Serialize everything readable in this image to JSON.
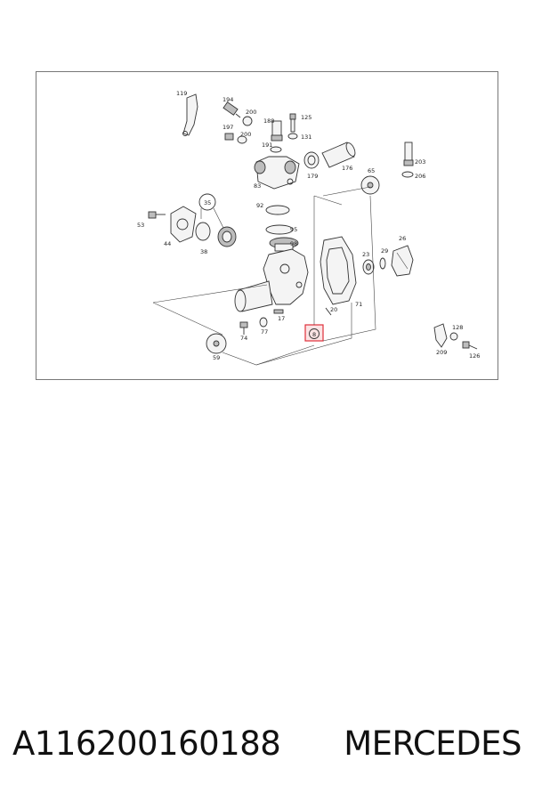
{
  "diagram": {
    "labels": {
      "l119": "119",
      "l194": "194",
      "l200a": "200",
      "l188": "188",
      "l125": "125",
      "l197": "197",
      "l200b": "200",
      "l131": "131",
      "l191": "191",
      "l179": "179",
      "l176": "176",
      "l65": "65",
      "l203": "203",
      "l206": "206",
      "l83": "83",
      "l92": "92",
      "l35": "35",
      "l53": "53",
      "l44": "44",
      "l38": "38",
      "l95": "95",
      "l98": "98",
      "l26": "26",
      "l23": "23",
      "l29": "29",
      "l20": "20",
      "l71": "71",
      "l17": "17",
      "l77": "77",
      "l74": "74",
      "l8": "8",
      "l59": "59",
      "l128": "128",
      "l209": "209",
      "l126": "126"
    },
    "highlight_color": "#e0303a"
  },
  "caption": {
    "part_number": "A116200160188",
    "brand": "MERCEDES"
  }
}
